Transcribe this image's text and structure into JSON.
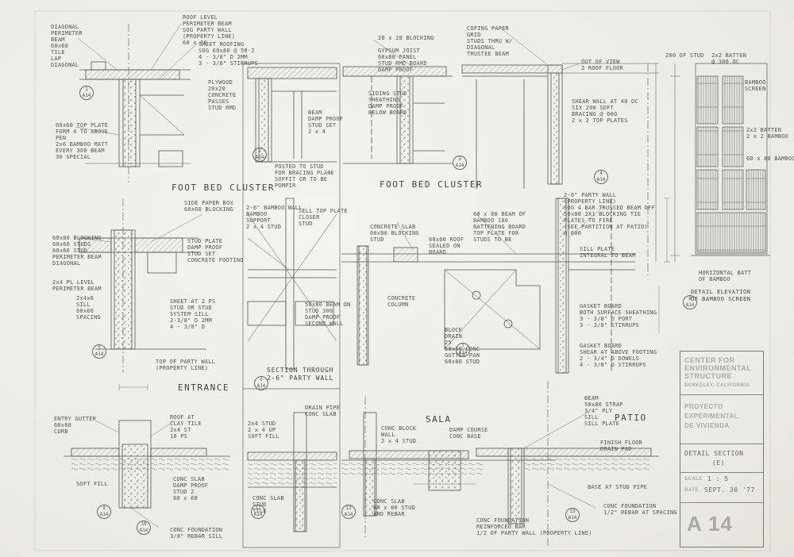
{
  "title_block": {
    "firm_line1": "CENTER FOR",
    "firm_line2": "ENVIRONMENTAL",
    "firm_line3": "STRUCTURE",
    "firm_city": "BERKELEY, CALIFORNIA",
    "project_line1": "PROYECTO",
    "project_line2": "EXPERIMENTAL",
    "project_line3": "DE VIVIENDA",
    "sheet_title": "DETAIL  SECTION",
    "sheet_sub": "(E)",
    "scale_label": "SCALE",
    "scale_value": "1 : 5",
    "date_label": "DATE",
    "date_value": "SEPT. 30 '77",
    "sheet_number": "A 14"
  },
  "section_titles": {
    "bed_left": "FOOT BED CLUSTER",
    "bed_right": "FOOT BED CLUSTER",
    "entrance": "ENTRANCE",
    "party_wall": "SECTION THROUGH\n2-6\" PARTY WALL",
    "sala": "SALA",
    "patio": "PATIO",
    "elevation": "DETAIL ELEVATION\nOF BAMBOO SCREEN"
  },
  "labels": {
    "l1": "DIAGONAL\nPERIMETER\nBEAM\n60x60\nTILE\nLAP\nDIAGONAL",
    "l2": "ROOF LEVEL\nPERIMETER BEAM\nSOG PARTY WALL\n(PROPERTY LINE)\n60 x 60",
    "l3": "SHEET ROOFING\nSOG 60x80 @ 50-2\n4 - 3/8\" D 2MM\n3 - 3/8\" STIRRUPS",
    "l4": "20 x 20 BLOCKING",
    "l5": "GYPSUM JOIST\n60x80 PANEL\nSTUD RMD BOARD\nDAMP PROOF",
    "l6": "COPING PAPER\nGRID\nSTUDS THRU W/\nDIAGONAL\nTRUSTEE BEAM",
    "l7": "OUT OF VIEW\n2 ROOF FLOOR",
    "l8": "2x2 BATTEN\n@ 300 OC",
    "l9": "SHEAR WALL AT 40 OC\nSIX 200 SDFT\nBRACING @ 600\n2 x 2 TOP PLATES",
    "l10": "60x60 TOP PLATE\nFORM 4 TO ABOVE\nPEN\n2x6 BAMBOO MATT\nEVERY 300 BEAM\n30 SPECIAL",
    "l11": "PLYWOOD\n20x20\nCONCRETE\nPASSES\nSTUD RMD",
    "l12": "BEAM\nDAMP PROOF\nSTUD SET\n2 x 4",
    "l13": "POSTED TO STUD\nFOR BRACING PLANE\nSOFFIT OR TO BE\nPOMPIR",
    "l14": "SIDE PAPER BOX\n60x60 BLOCKING",
    "l15": "SIDING STUD\nSHEATHING\nDAMP PROOF\nBELOW BOARD",
    "l16": "60x80 BLOCKING\n60x60 STUDS\n60x60 STUD\nPERIMETER BEAM\nDIAGONAL",
    "l17": "2x4 PL LEVEL\nPERIMETER BEAM",
    "l18": "2x4x6\nSILL\n60x60\nSPACING",
    "l19": "SHEET AT 2 PS\nSTUD OR STUD\nSYSTEM SILL\n2-3/8\" D 2MM\n4 - 3/8\" D",
    "l20": "STUD PLATE\nDAMP PROOF\nSTUD SET\nCONCRETE FOOTING",
    "l21": "TOP OF PARTY WALL\n(PROPERTY LINE)",
    "l22": "SELL TOP PLATE\nCLOSER\nSTUD",
    "l23": "50x80 BEAM ON\nSTUD 300\nDAMP PROOF\nSECOND WALL",
    "l24": "CONCRETE SLAB\n60x80 BLOCKING\nSTUD",
    "l25": "60x60 ROOF\nSEALED ON\nBOARD",
    "l26": "60 x 80 BEAM OF\nBAMBOO 180\nBATTENING BOARD\nTOP PLATE FOR\nSTUDS TO BE",
    "l27": "CONCRETE\nCOLUMN",
    "l28": "BLOCK\nDRAIN\n25\n50x60 CONC\nGUTTER PAN\n60x80 STUD",
    "l29": "GASKET BOARD\nBOTH SURFACE SHEATHING\n3 - 3/8\" D PORT\n3 - 3/8\" STIRRUPS",
    "l30": "GASKET BOARD\nSHEAR AT ABOVE FOOTING\n2 - 3/4\" D DOWELS\n4 - 3/8\" D STIRRUPS",
    "l31": "SILL PLATE\nINTEGRAL TO BEAM",
    "l32": "2-6\" PARTY WALL\n(PROPERTY LINE)\nSOG 4 BAR TRUSSED BEAM OFF\n50x80 2X1 BLOCKING TIE\nPLATES TO FIRE\n(SEE PARTITION AT PATIO)\n@ 600",
    "l33": "2-6\" BAMBOO WALL\nBAMBOO\nSUPPORT\n2 x 4 STUD",
    "l34": "BAMBOO\nSCREEN",
    "l35": "2x2 BATTEN\n2 x 2 BAMBOO",
    "l36": "200 OF STUD",
    "l37": "60 x 80 BAMBOO",
    "l38": "HORIZONTAL BATT\nOF BAMBOO",
    "l39": "CONC FOUNDATION\n1/2\" REBAR AT SPACING",
    "l40": "ROOF AT\nCLAY TILE\n2x4 ST\n10 PS",
    "l41": "CONC SLAB\nDAMP PROOF\nSTUD 2\n60 x 60",
    "l42": "CONC SLAB\nSTUD\nTILE",
    "l43": "CONC FOUNDATION\n3/8\" REBAR SILL",
    "l44": "ENTRY GUTTER\n60x80\nCURB",
    "l45": "CONC BLOCK\nWALL\n2 x 4 STUD",
    "l46": "CONC SLAB\n60 x 80 STUD\nAND REBAR",
    "l47": "DRAIN PIPE\nCONC SLAB",
    "l48": "CONC FOUNDATION\nREINFORCED BAR\n1/2 OF PARTY WALL (PROPERTY LINE)",
    "l49": "BEAM\n50x80 STRAP\n3/4\" PLY\nSILL\nSILL PLATE",
    "l50": "FINISH FLOOR\nDRAIN PAD",
    "l51": "BASE AT STUD PIPE",
    "l52": "SOFT FILL",
    "l53": "DAMP COURSE\nCONC BASE",
    "l54": "2x4 STUD\n2 x 4 UP\nSOFT FILL"
  },
  "detail_marks": [
    "1\nA14",
    "2\nA14",
    "3\nA14",
    "4\nA14",
    "5\nA14",
    "6\nA14",
    "7\nA14",
    "8\nA14",
    "9\nA14",
    "10\nA14",
    "11\nA14",
    "12\nA14",
    "13\nA14"
  ]
}
